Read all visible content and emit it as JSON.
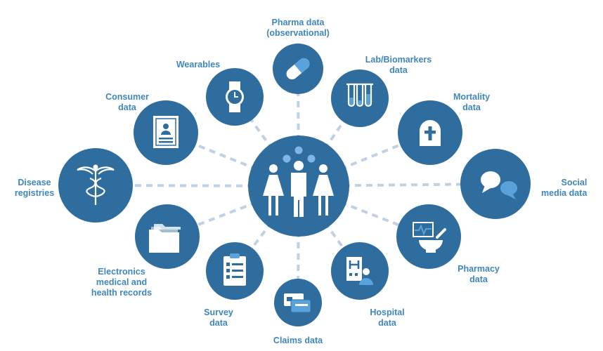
{
  "colors": {
    "node": "#2f6d9f",
    "line": "#c2d1e1",
    "label": "#3f86bd",
    "icon": "#ffffff",
    "accent": "#5aa2dc",
    "dots": "#7fb5e6"
  },
  "center": {
    "icon": "people-group-icon"
  },
  "nodes": [
    {
      "id": "pharma",
      "icon": "pill-icon",
      "label": [
        "Pharma data",
        "(observational)"
      ]
    },
    {
      "id": "lab",
      "icon": "test-tubes-icon",
      "label": [
        "Lab/Biomarkers",
        "data"
      ]
    },
    {
      "id": "mortality",
      "icon": "gravestone-icon",
      "label": [
        "Mortality",
        "data"
      ]
    },
    {
      "id": "social",
      "icon": "speech-bubbles-icon",
      "label": [
        "Social",
        "media data"
      ]
    },
    {
      "id": "pharmacy",
      "icon": "mortar-pestle-icon",
      "label": [
        "Pharmacy",
        "data"
      ]
    },
    {
      "id": "hospital",
      "icon": "hospital-icon",
      "label": [
        "Hospital",
        "data"
      ]
    },
    {
      "id": "claims",
      "icon": "credit-cards-icon",
      "label": [
        "Claims data"
      ]
    },
    {
      "id": "survey",
      "icon": "checklist-icon",
      "label": [
        "Survey",
        "data"
      ]
    },
    {
      "id": "ehr",
      "icon": "folder-icon",
      "label": [
        "Electronics",
        "medical and",
        "health records"
      ]
    },
    {
      "id": "disease",
      "icon": "caduceus-icon",
      "label": [
        "Disease",
        "registries"
      ]
    },
    {
      "id": "consumer",
      "icon": "profile-document-icon",
      "label": [
        "Consumer",
        "data"
      ]
    },
    {
      "id": "wearables",
      "icon": "watch-icon",
      "label": [
        "Wearables"
      ]
    }
  ]
}
